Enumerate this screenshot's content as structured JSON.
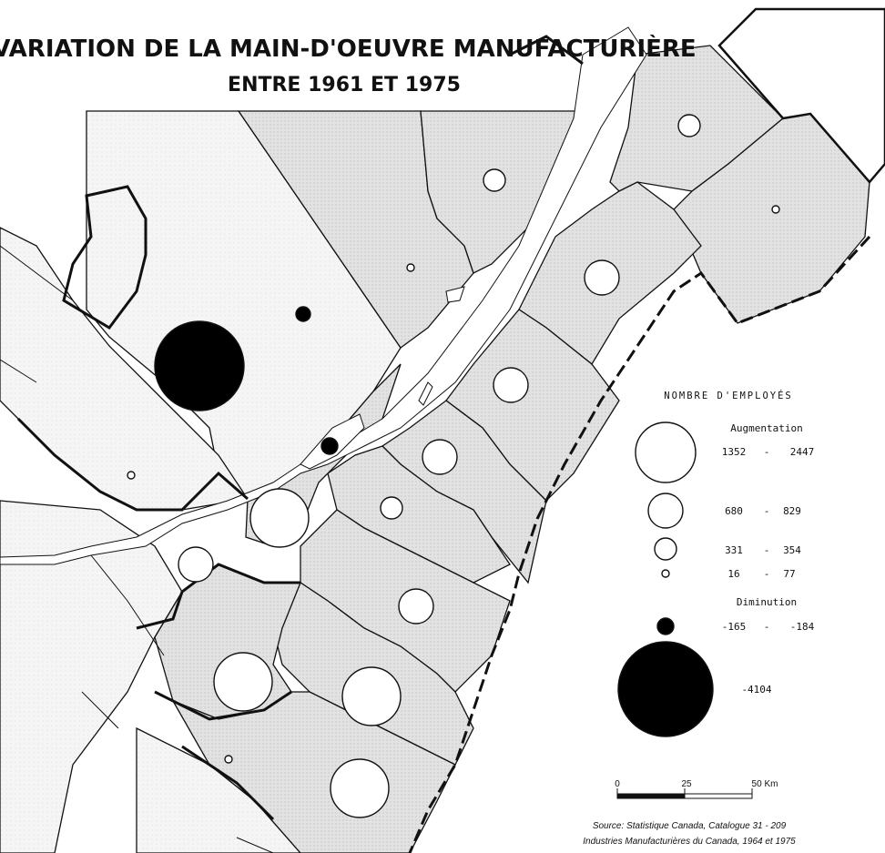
{
  "title_line1": "VARIATION DE LA MAIN-D'OEUVRE MANUFACTURIÈRE",
  "title_line2": "ENTRE 1961 ET 1975",
  "legend": {
    "heading": "NOMBRE D'EMPLOYÉS",
    "increase_label": "Augmentation",
    "decrease_label": "Diminution",
    "classes": [
      {
        "kind": "increase",
        "low": "1352",
        "high": "2447"
      },
      {
        "kind": "increase",
        "low": "680",
        "high": "829"
      },
      {
        "kind": "increase",
        "low": "331",
        "high": "354"
      },
      {
        "kind": "increase",
        "low": "16",
        "high": "77"
      },
      {
        "kind": "decrease",
        "low": "-165",
        "high": "-184"
      },
      {
        "kind": "decrease",
        "value": "-4104"
      }
    ],
    "range_sep": "-"
  },
  "scale": {
    "tick0": "0",
    "tick1": "25",
    "tick2": "50 Km"
  },
  "source": {
    "line1": "Source: Statistique Canada, Catalogue 31 - 209",
    "line2": "Industries Manufacturières du Canada, 1964 et 1975"
  },
  "colors": {
    "ink": "#111111",
    "shade": "#d6d6d6",
    "light": "#f1f1f1",
    "river": "#ffffff"
  }
}
